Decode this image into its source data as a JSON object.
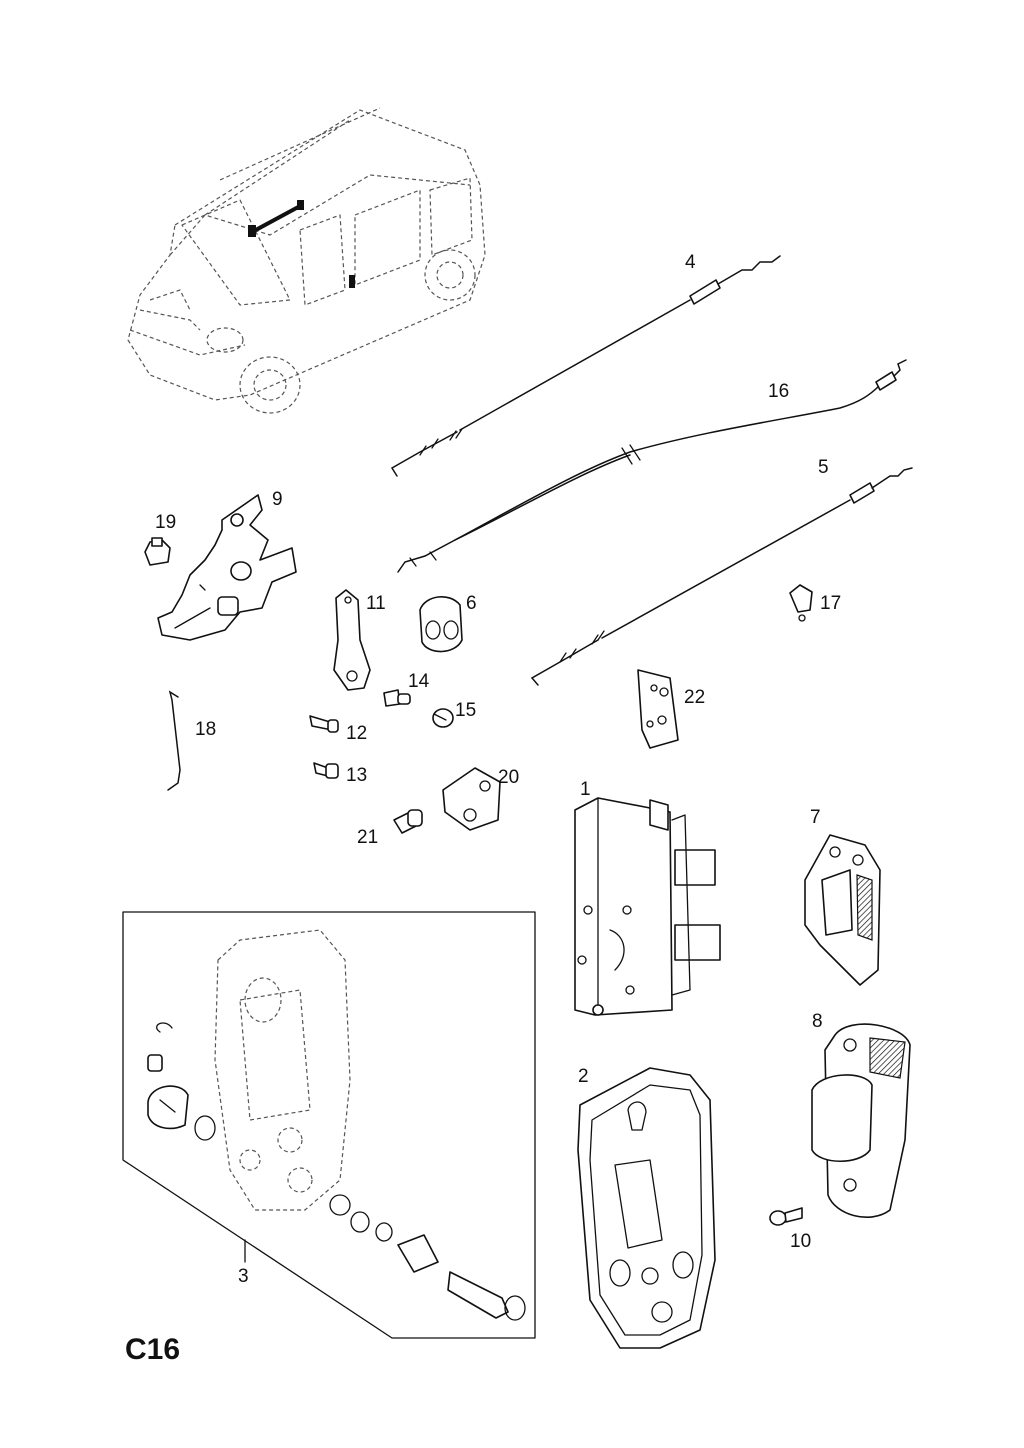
{
  "diagram_code": "C16",
  "callouts": [
    "1",
    "2",
    "3",
    "4",
    "5",
    "6",
    "7",
    "8",
    "9",
    "10",
    "11",
    "12",
    "13",
    "14",
    "15",
    "16",
    "17",
    "18",
    "19",
    "20",
    "21",
    "22"
  ]
}
